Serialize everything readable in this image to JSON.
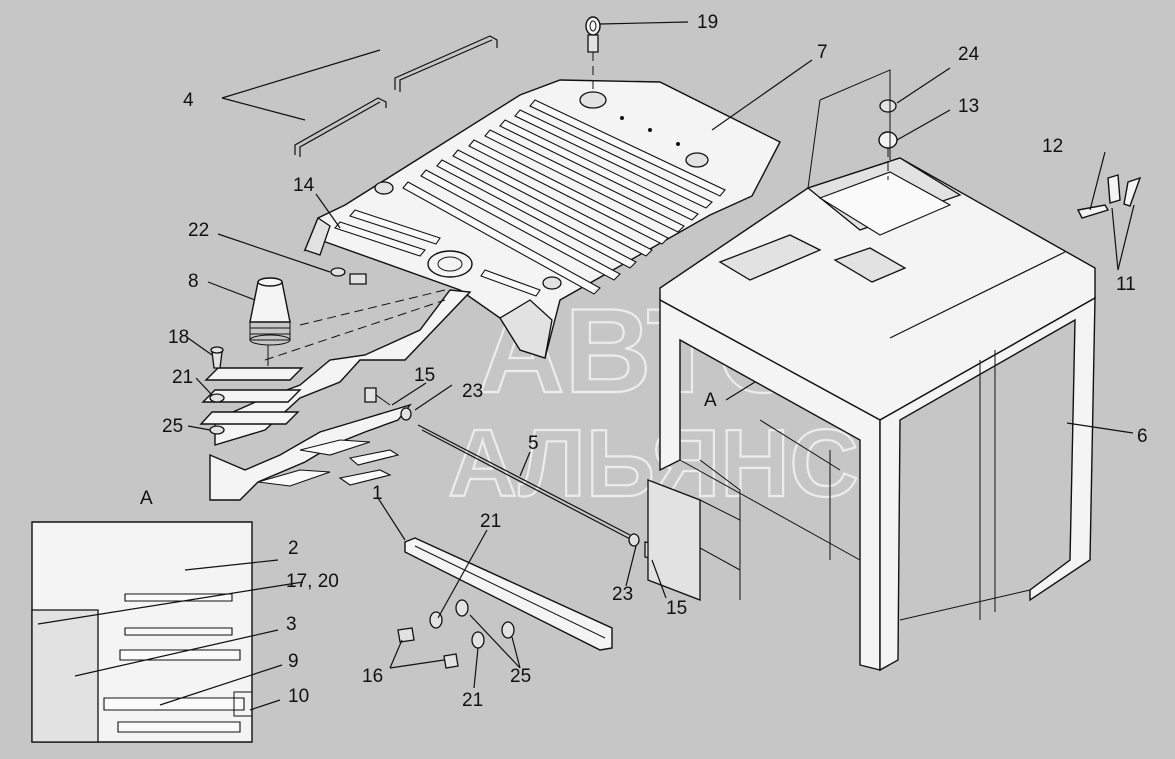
{
  "watermark": {
    "line1": "АВТО",
    "line2": "АЛЬЯНС"
  },
  "view_label": "A",
  "arrow_label": "A",
  "callouts": {
    "c1": "1",
    "c2": "2",
    "c3": "3",
    "c4": "4",
    "c5": "5",
    "c6": "6",
    "c7": "7",
    "c8": "8",
    "c9": "9",
    "c10": "10",
    "c11": "11",
    "c12": "12",
    "c13": "13",
    "c14": "14",
    "c15a": "15",
    "c15b": "15",
    "c16": "16",
    "c1720": "17, 20",
    "c18": "18",
    "c19": "19",
    "c21a": "21",
    "c21b": "21",
    "c21c": "21",
    "c22": "22",
    "c23a": "23",
    "c23b": "23",
    "c24": "24",
    "c25a": "25",
    "c25b": "25"
  }
}
